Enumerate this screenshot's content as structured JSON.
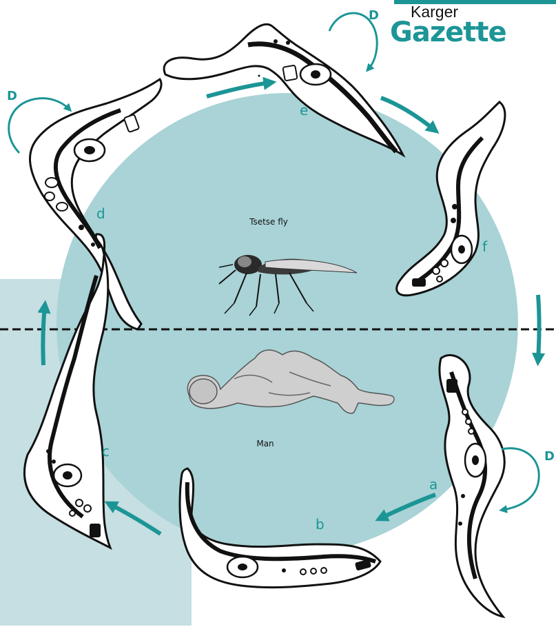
{
  "brand": {
    "publisher": "Karger",
    "title": "Gazette"
  },
  "host_labels": {
    "vector": "Tsetse fly",
    "human": "Man"
  },
  "stage_labels": [
    "a",
    "b",
    "c",
    "d",
    "e",
    "f"
  ],
  "division_marker": "D",
  "colors": {
    "accent": "#1c9596",
    "circle": "#a9d3d6",
    "panel": "#c5dfe2",
    "outline": "#111111"
  }
}
